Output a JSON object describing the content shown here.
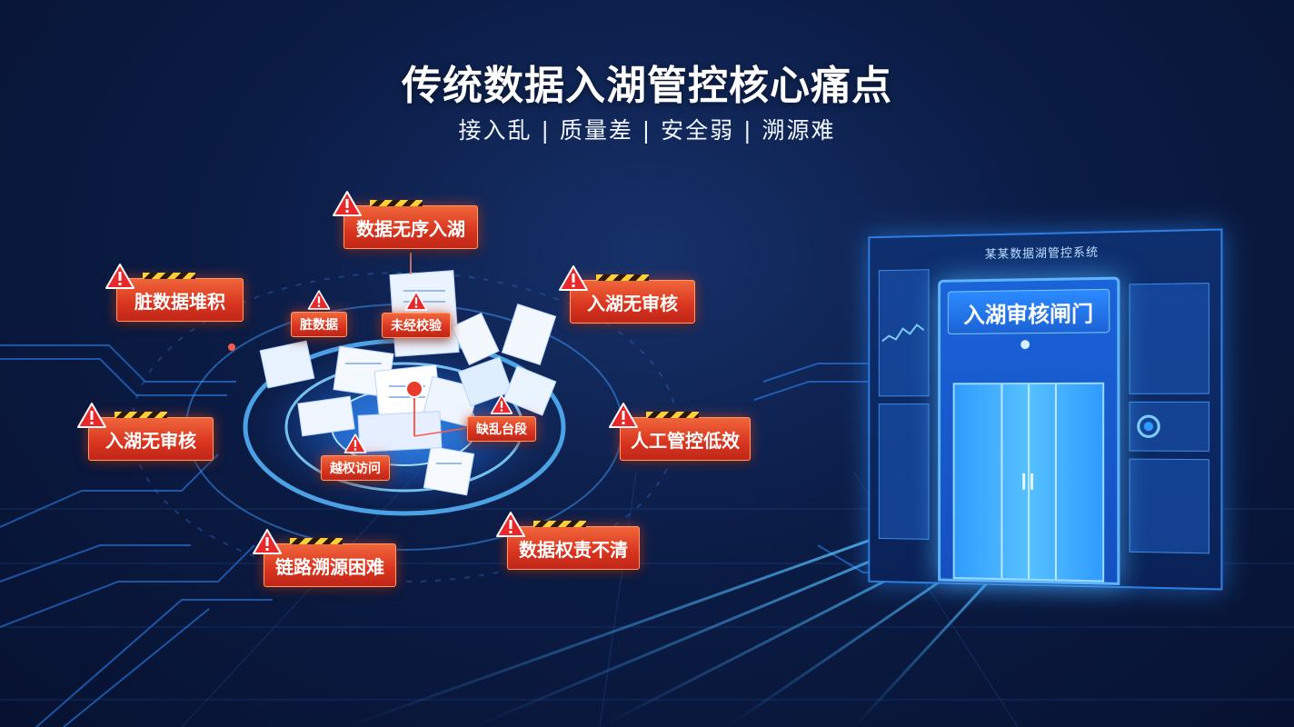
{
  "header": {
    "title": "传统数据入湖管控核心痛点",
    "subtitle": "接入乱 | 质量差 | 安全弱 | 溯源难"
  },
  "pain_points": {
    "disorder": "数据无序入湖",
    "dirty_pile": "脏数据堆积",
    "no_review_right": "入湖无审核",
    "no_review_left": "入湖无审核",
    "manual_low": "人工管控低效",
    "trace_hard": "链路溯源困难",
    "owner_unclear": "数据权责不清"
  },
  "pile_labels": {
    "dirty": "脏数据",
    "unchecked": "未经校验",
    "missing_field": "缺乱台段",
    "overreach": "越权访问"
  },
  "gate": {
    "screen_title": "某某数据湖管控系统",
    "door_label": "入湖审核闸门"
  },
  "colors": {
    "tag": "#d9341f",
    "accent": "#2f9cff",
    "background": "#0b1c45"
  },
  "icons": [
    "warning-icon",
    "document-icon",
    "door-handle-icon"
  ]
}
